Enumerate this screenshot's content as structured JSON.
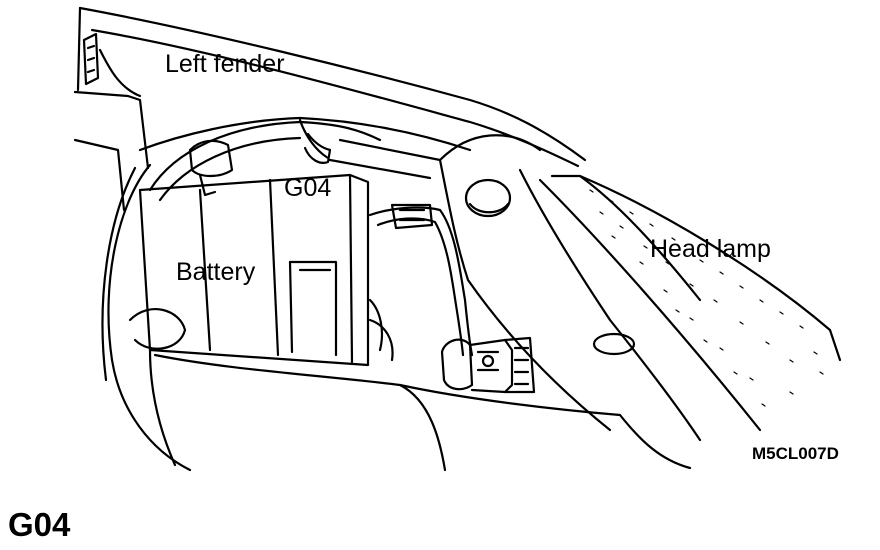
{
  "figure": {
    "labels": {
      "left_fender": "Left fender",
      "ground_point": "G04",
      "battery": "Battery",
      "head_lamp": "Head lamp",
      "figure_code": "M5CL007D"
    }
  },
  "caption": "G04",
  "colors": {
    "ink": "#000000",
    "paper": "#ffffff"
  }
}
